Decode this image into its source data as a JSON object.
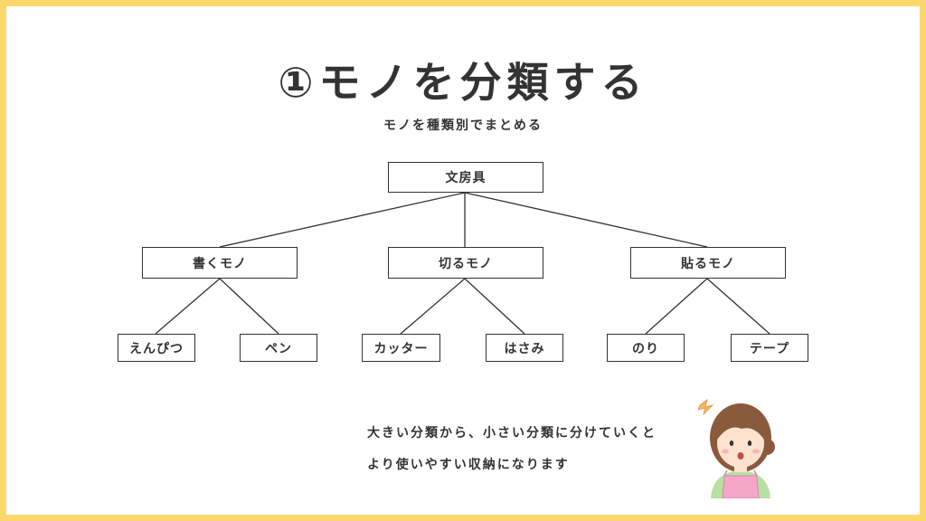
{
  "title": "①モノを分類する",
  "subtitle": "モノを種類別でまとめる",
  "tree": {
    "root": "文房具",
    "groups": [
      {
        "label": "書くモノ",
        "children": [
          "えんぴつ",
          "ペン"
        ]
      },
      {
        "label": "切るモノ",
        "children": [
          "カッター",
          "はさみ"
        ]
      },
      {
        "label": "貼るモノ",
        "children": [
          "のり",
          "テープ"
        ]
      }
    ]
  },
  "caption": {
    "line1": "大きい分類から、小さい分類に分けていくと",
    "line2": "より使いやすい収納になります"
  },
  "colors": {
    "border": "#fcd86c",
    "text": "#333333",
    "apron": "#f4a7c9",
    "shirt": "#b8e0a0",
    "hair": "#8a5a3c"
  },
  "icons": {
    "character": "surprised-woman-icon"
  }
}
